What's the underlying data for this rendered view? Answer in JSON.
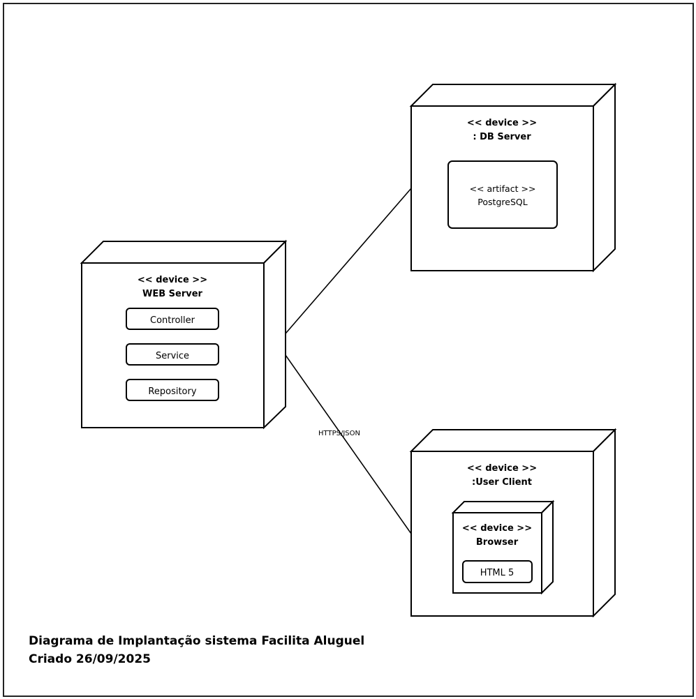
{
  "diagram": {
    "web_server": {
      "stereotype": "<< device >>",
      "name": "WEB Server",
      "components": [
        "Controller",
        "Service",
        "Repository"
      ]
    },
    "db_server": {
      "stereotype": "<< device >>",
      "name": ": DB Server",
      "artifact": {
        "stereotype": "<< artifact >>",
        "name": "PostgreSQL"
      }
    },
    "user_client": {
      "stereotype": "<< device >>",
      "name": ":User Client",
      "browser": {
        "stereotype": "<< device >>",
        "name": "Browser",
        "component": "HTML 5"
      }
    },
    "connection_label": "HTTPS/JSON"
  },
  "caption": {
    "line1": "Diagrama de Implantação sistema Facilita Aluguel",
    "line2": "Criado 26/09/2025"
  }
}
